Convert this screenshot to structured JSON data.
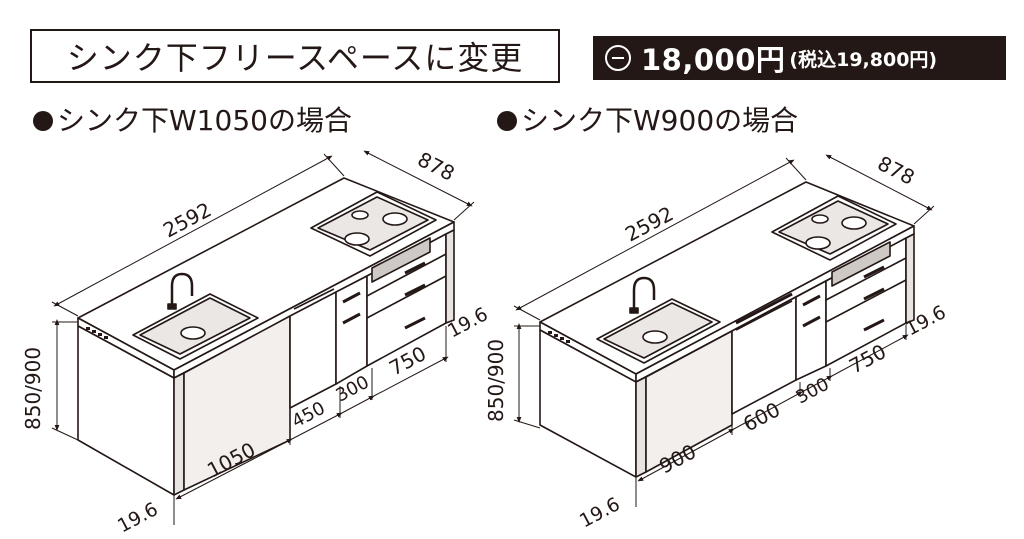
{
  "header": {
    "title": "シンク下フリースペースに変更",
    "price": "18,000円",
    "price_tax": "(税込19,800円)"
  },
  "left": {
    "label": "シンク下W1050の場合",
    "dims": {
      "length": "2592",
      "depth": "878",
      "height": "850/900",
      "end_left": "19.6",
      "end_right": "19.6",
      "free_space": "1050",
      "dishwasher": "450",
      "cabinet": "300",
      "drawer": "750"
    }
  },
  "right": {
    "label": "シンク下W900の場合",
    "dims": {
      "length": "2592",
      "depth": "878",
      "height": "850/900",
      "end_left": "19.6",
      "end_right": "19.6",
      "free_space": "900",
      "dishwasher": "600",
      "cabinet": "300",
      "drawer": "750"
    }
  }
}
